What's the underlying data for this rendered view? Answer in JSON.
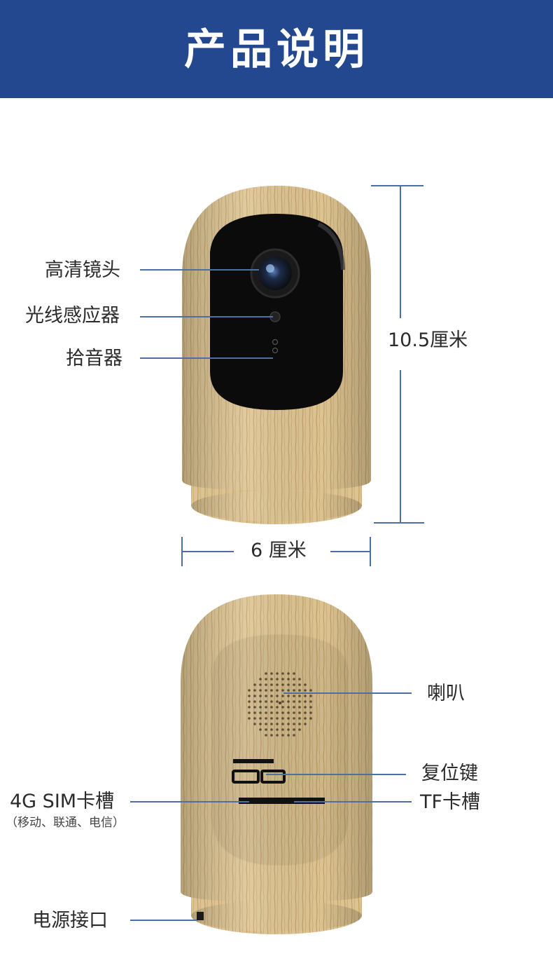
{
  "header": {
    "title": "产品说明"
  },
  "front": {
    "labels": {
      "lens": "高清镜头",
      "light_sensor": "光线感应器",
      "microphone": "拾音器"
    },
    "height": "10.5厘米",
    "width": "6 厘米"
  },
  "back": {
    "labels": {
      "speaker": "喇叭",
      "reset": "复位键",
      "sim_slot": "4G SIM卡槽",
      "sim_carriers": "（移动、联通、电信）",
      "tf_slot": "TF卡槽",
      "power_port": "电源接口"
    }
  },
  "colors": {
    "header_bg": "#24488f",
    "wood": "#d9bf8a",
    "wood_grain": "#b9925a",
    "line": "#4d6fa5"
  }
}
